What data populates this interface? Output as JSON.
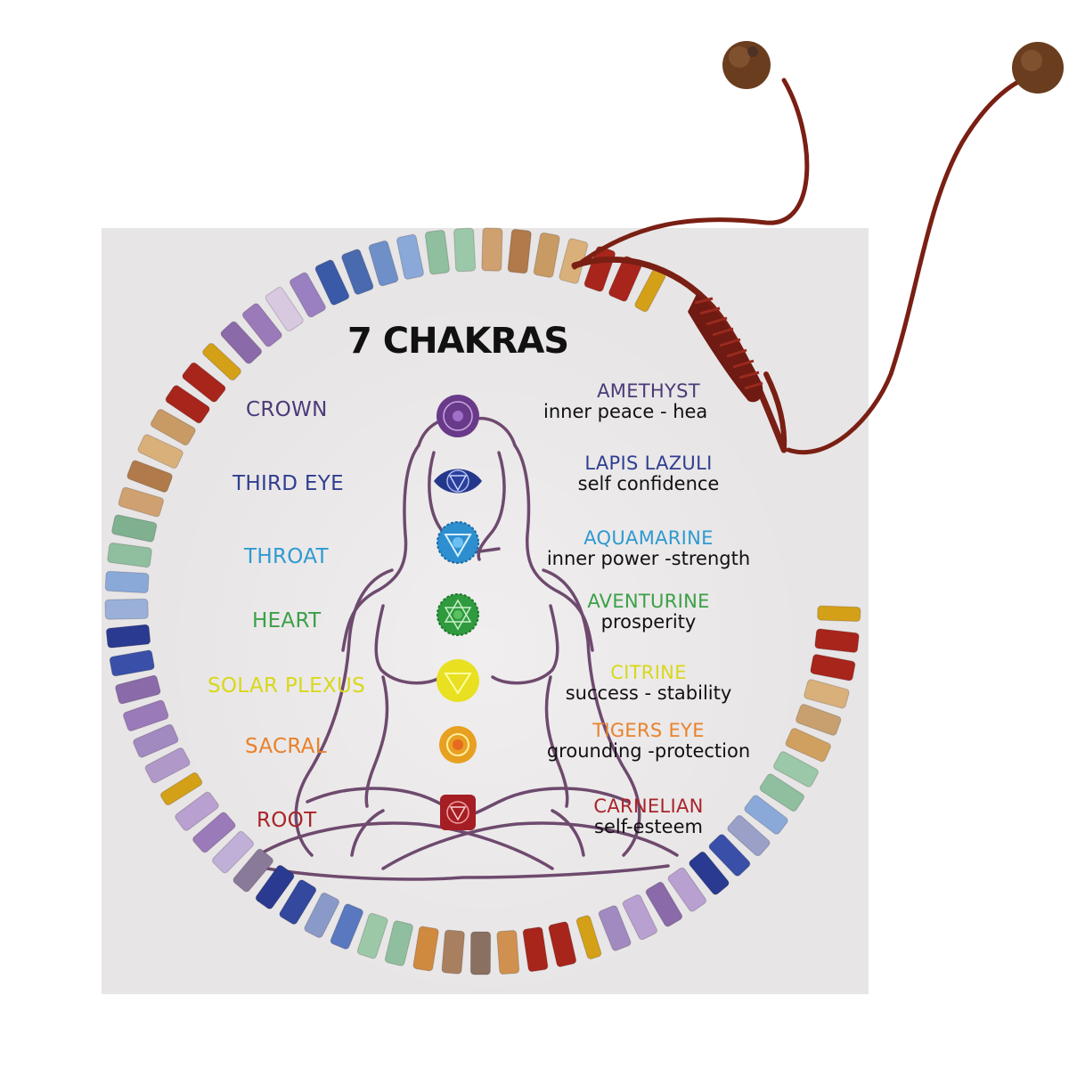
{
  "title": "7 CHAKRAS",
  "colors": {
    "card_background": "#e8e5e6",
    "cord": "#7a1f14",
    "figure_outline": "#6e4a6e",
    "gold_spacer": "#d4a017"
  },
  "chakras": [
    {
      "label": "CROWN",
      "color": "#4b3a78",
      "stone": "AMETHYST",
      "meaning": "inner peace - hea",
      "symbol": "crown-chakra-icon",
      "symbol_color": "#6a3a8a"
    },
    {
      "label": "THIRD EYE",
      "color": "#2f3f8f",
      "stone": "LAPIS LAZULI",
      "meaning": "self confidence",
      "symbol": "third-eye-chakra-icon",
      "symbol_color": "#25378a"
    },
    {
      "label": "THROAT",
      "color": "#2f9ad0",
      "stone": "AQUAMARINE",
      "meaning": "inner power -strength",
      "symbol": "throat-chakra-icon",
      "symbol_color": "#2d8fd0"
    },
    {
      "label": "HEART",
      "color": "#3aa047",
      "stone": "AVENTURINE",
      "meaning": "prosperity",
      "symbol": "heart-chakra-icon",
      "symbol_color": "#2f9a3e"
    },
    {
      "label": "SOLAR PLEXUS",
      "color": "#d8d81a",
      "stone": "CITRINE",
      "meaning": "success - stability",
      "symbol": "solar-plexus-chakra-icon",
      "symbol_color": "#e8e020"
    },
    {
      "label": "SACRAL",
      "color": "#e8822a",
      "stone": "TIGERS EYE",
      "meaning": "grounding -protection",
      "symbol": "sacral-chakra-icon",
      "symbol_color": "#e8a020"
    },
    {
      "label": "ROOT",
      "color": "#a8242a",
      "stone": "CARNELIAN",
      "meaning": "self-esteem",
      "symbol": "root-chakra-icon",
      "symbol_color": "#a51e24"
    }
  ]
}
